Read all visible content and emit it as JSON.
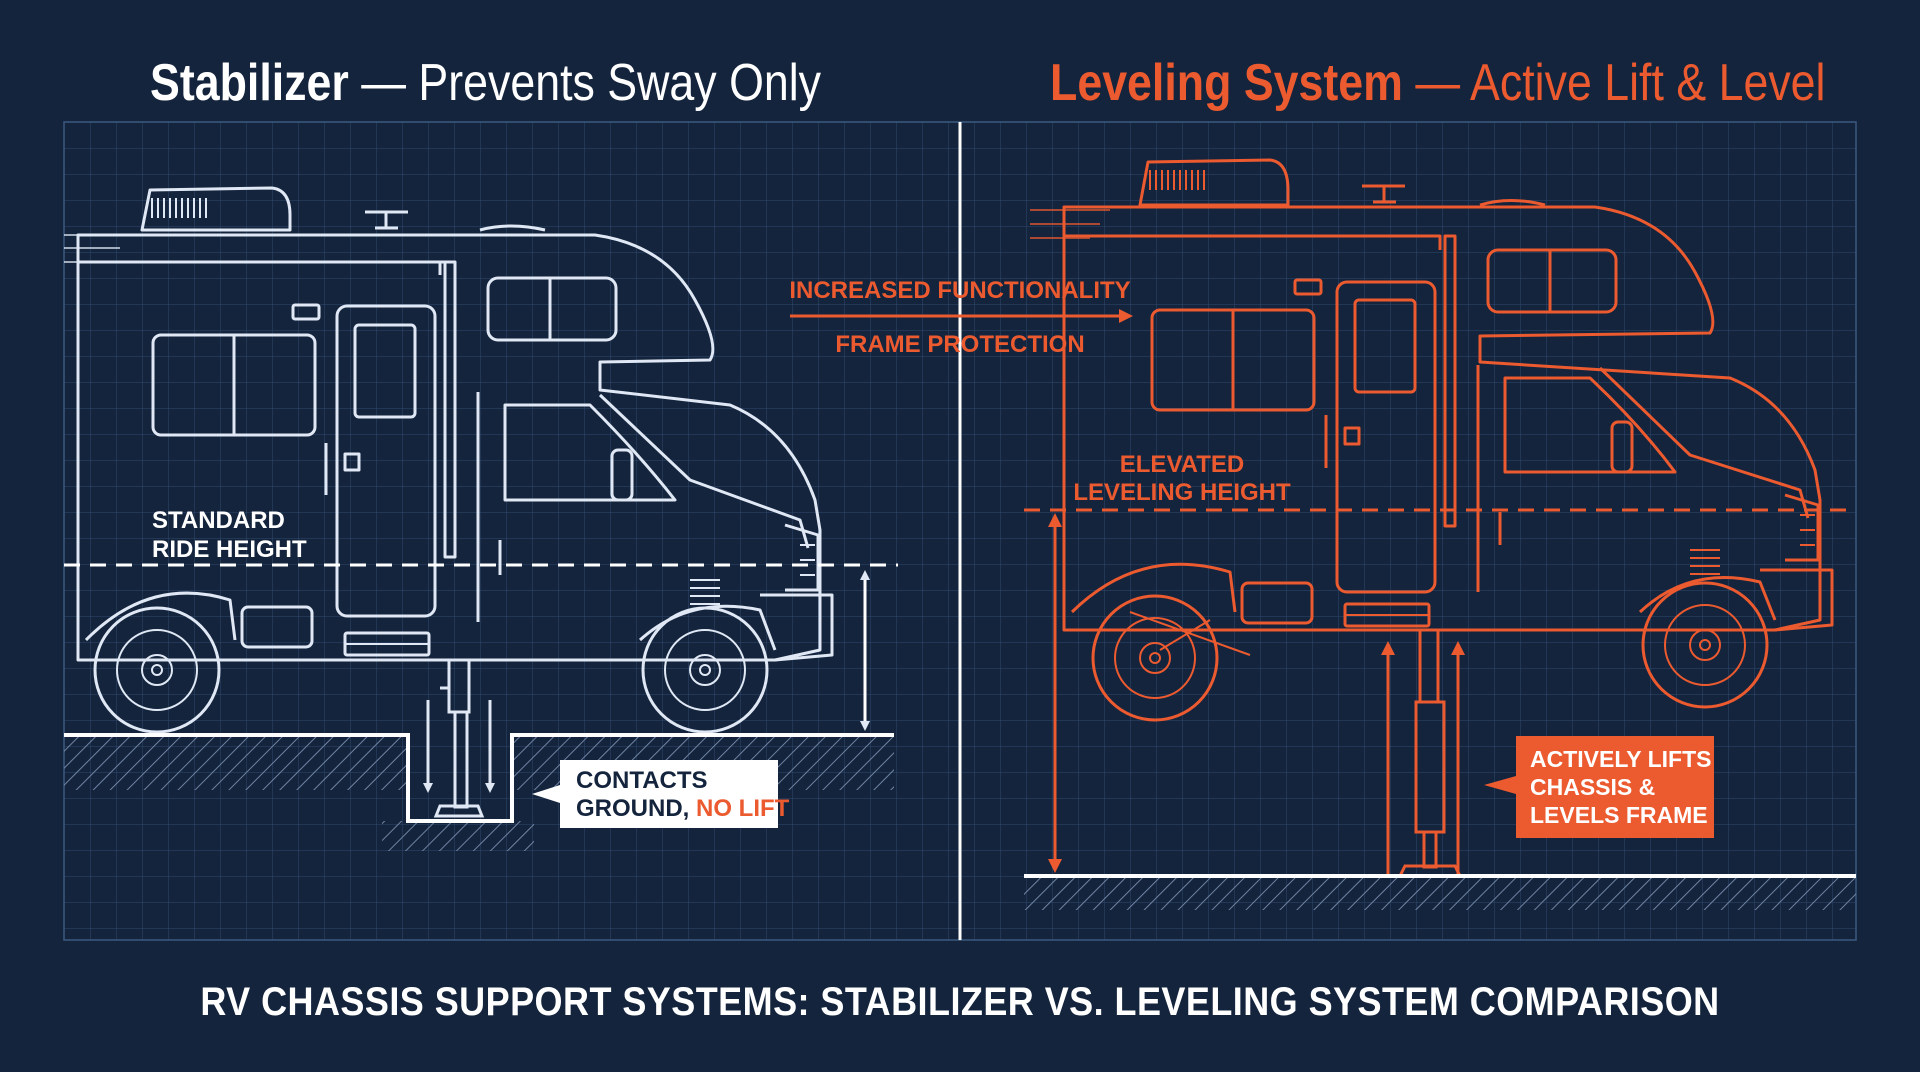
{
  "left_panel": {
    "title_bold": "Stabilizer",
    "title_rest": " — Prevents Sway Only",
    "label_ride_line1": "STANDARD",
    "label_ride_line2": "RIDE HEIGHT",
    "callout_line1": "CONTACTS",
    "callout_line2a": "GROUND, ",
    "callout_line2b": "NO LIFT"
  },
  "right_panel": {
    "title_bold": "Leveling System",
    "title_rest": " — Active Lift & Level",
    "label_elev_line1": "ELEVATED",
    "label_elev_line2": "LEVELING HEIGHT",
    "callout_line1": "ACTIVELY LIFTS",
    "callout_line2": "CHASSIS &",
    "callout_line3": "LEVELS FRAME"
  },
  "center": {
    "label_top": "INCREASED FUNCTIONALITY",
    "label_bottom": "FRAME PROTECTION"
  },
  "footer": "RV CHASSIS SUPPORT SYSTEMS: STABILIZER VS. LEVELING SYSTEM COMPARISON",
  "colors": {
    "background": "#14243d",
    "grid": "#2f4a6e",
    "line_white": "#dfe8f4",
    "accent_orange": "#ec5a2f"
  }
}
